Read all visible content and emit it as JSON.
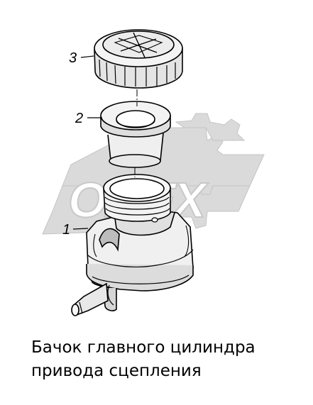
{
  "watermark": {
    "text": "OMEX",
    "color": "#d9d9d9"
  },
  "parts": [
    {
      "number": "3",
      "name": "cap"
    },
    {
      "number": "2",
      "name": "filter-insert"
    },
    {
      "number": "1",
      "name": "reservoir-body"
    }
  ],
  "caption": {
    "line1": "Бачок главного цилиндра",
    "line2": "привода сцепления"
  },
  "colors": {
    "line": "#000000",
    "light_fill": "#efefef",
    "mid_fill": "#d6d6d6",
    "dark_fill": "#a8a8a8"
  }
}
